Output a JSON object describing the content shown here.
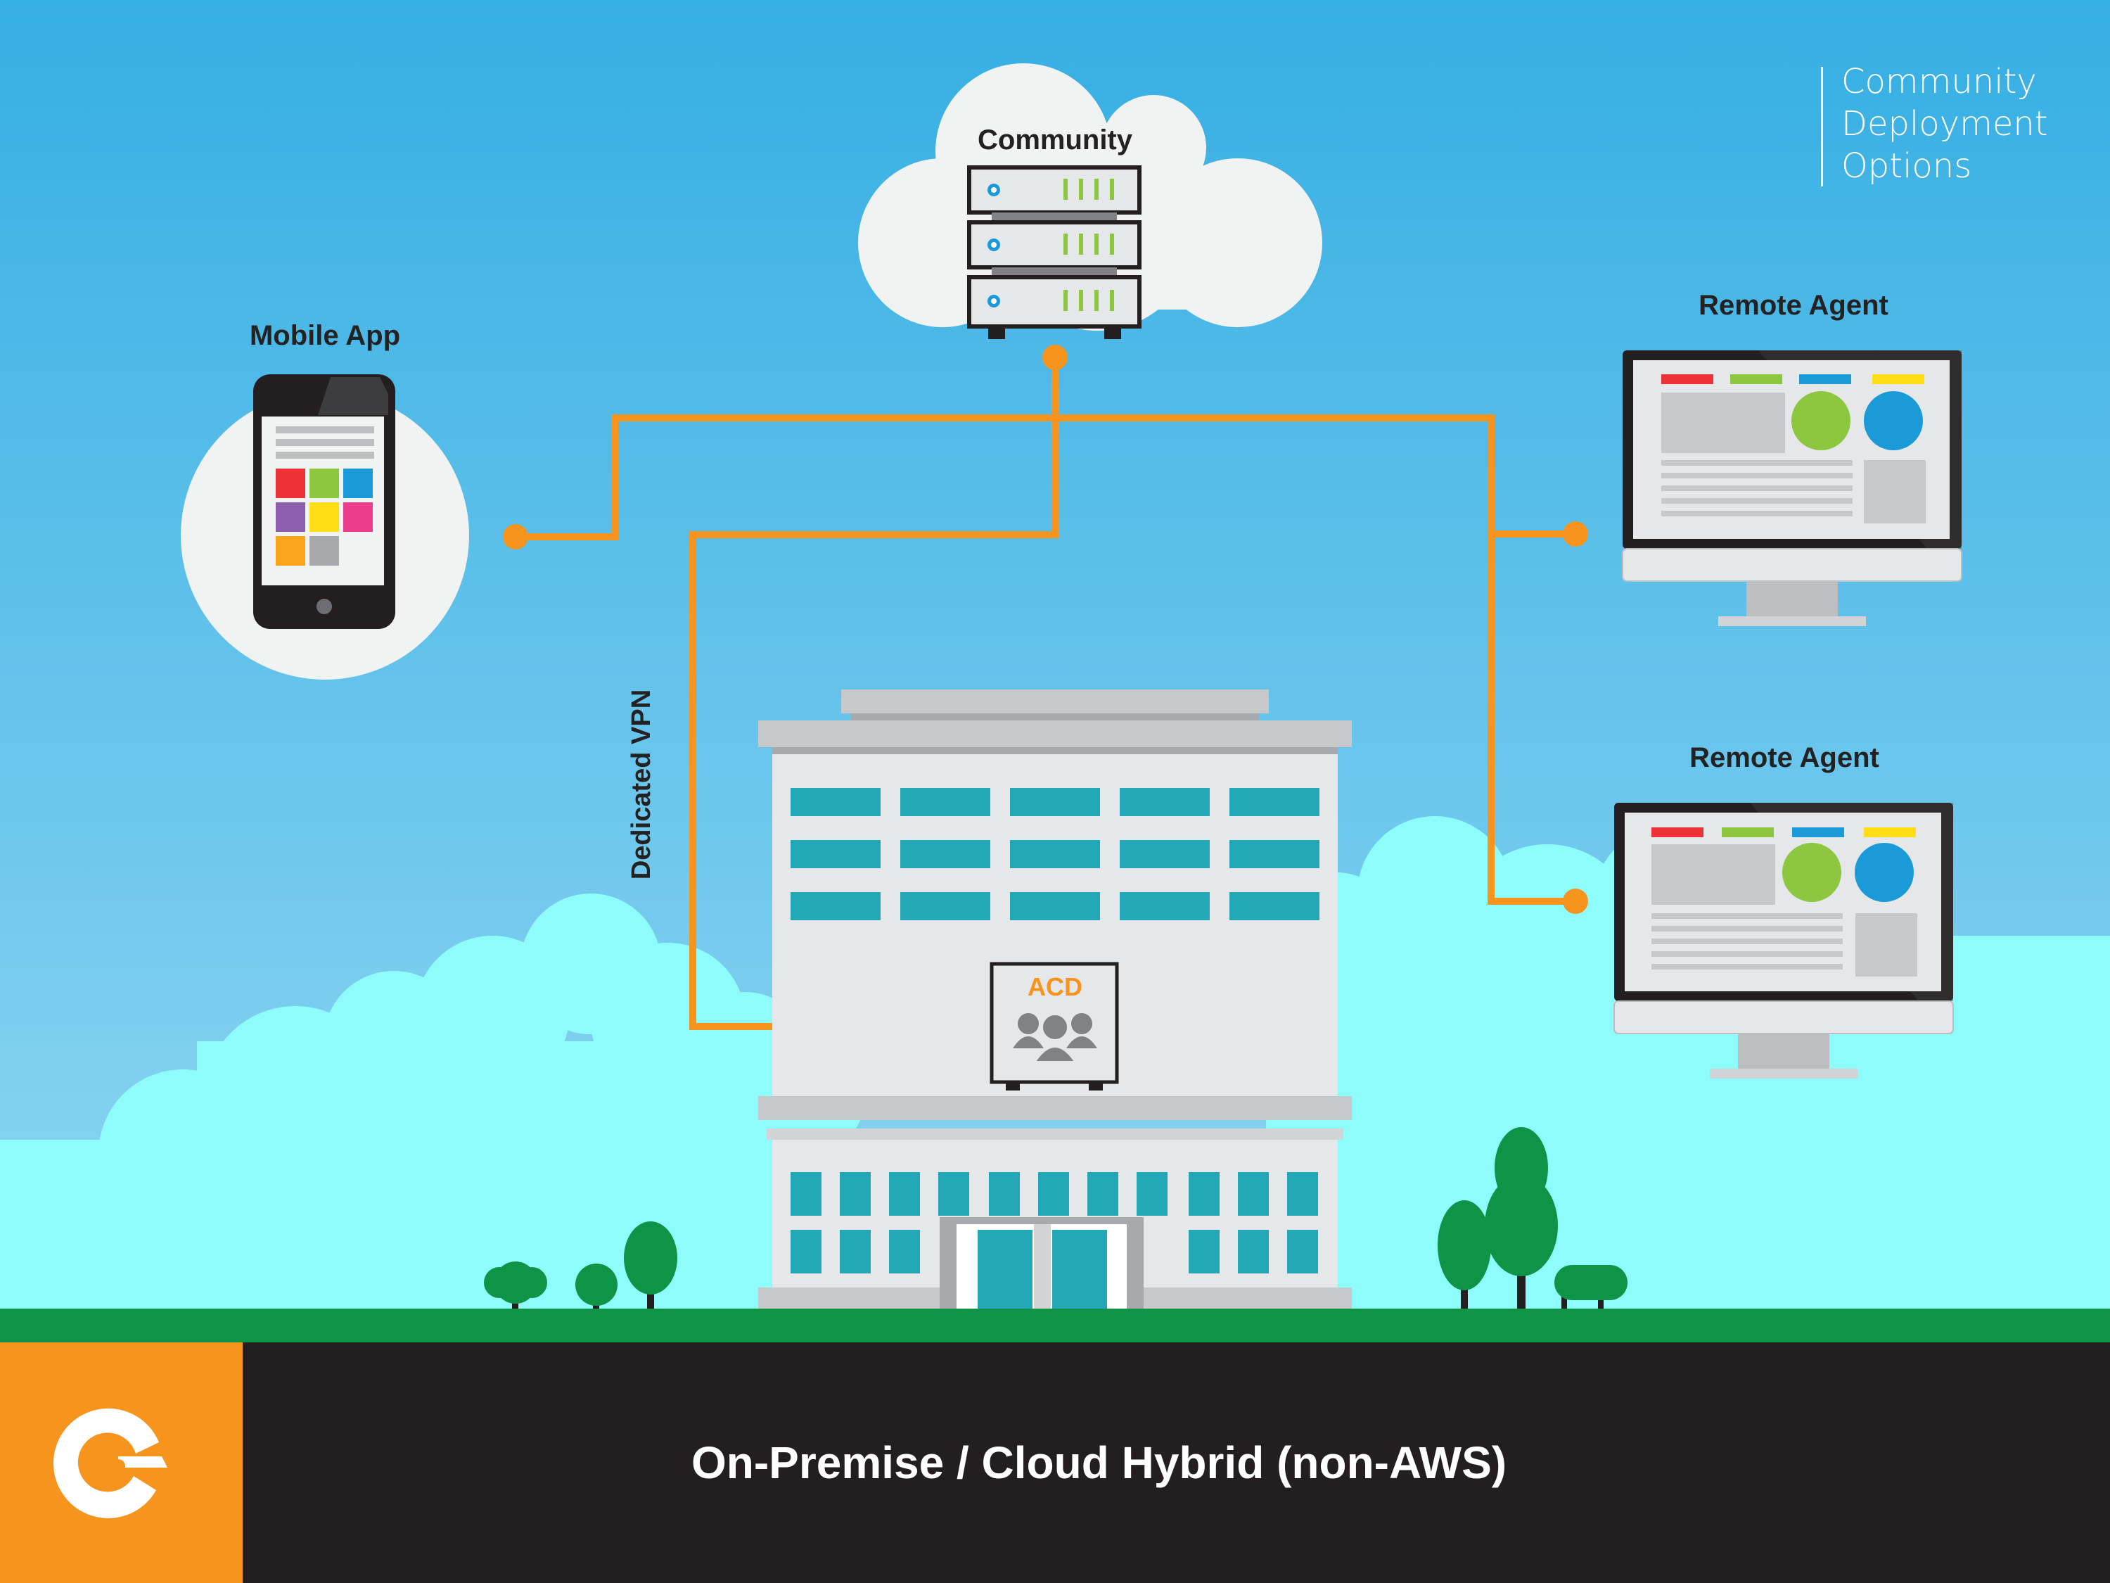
{
  "header": {
    "title_lines": [
      "Community",
      "Deployment",
      "Options"
    ]
  },
  "nodes": {
    "community": "Community",
    "mobile_app": "Mobile App",
    "remote_agent_1": "Remote Agent",
    "remote_agent_2": "Remote Agent",
    "acd": "ACD"
  },
  "connections": {
    "vpn_label": "Dedicated VPN"
  },
  "footer": {
    "title": "On-Premise / Cloud Hybrid (non-AWS)",
    "logo_icon": "brand-c-logo-icon"
  },
  "colors": {
    "sky_top": "#35aee3",
    "sky_bottom": "#86d2f0",
    "clouds_background": "#8ffcfc",
    "connector_orange": "#f7941d",
    "grass": "#0e9347",
    "footer_dark": "#231f20",
    "footer_orange": "#f7941d",
    "window_teal": "#21a7b6",
    "tree_green": "#0e9347",
    "accent_green": "#8dc63f",
    "accent_blue": "#1a9bd7"
  }
}
